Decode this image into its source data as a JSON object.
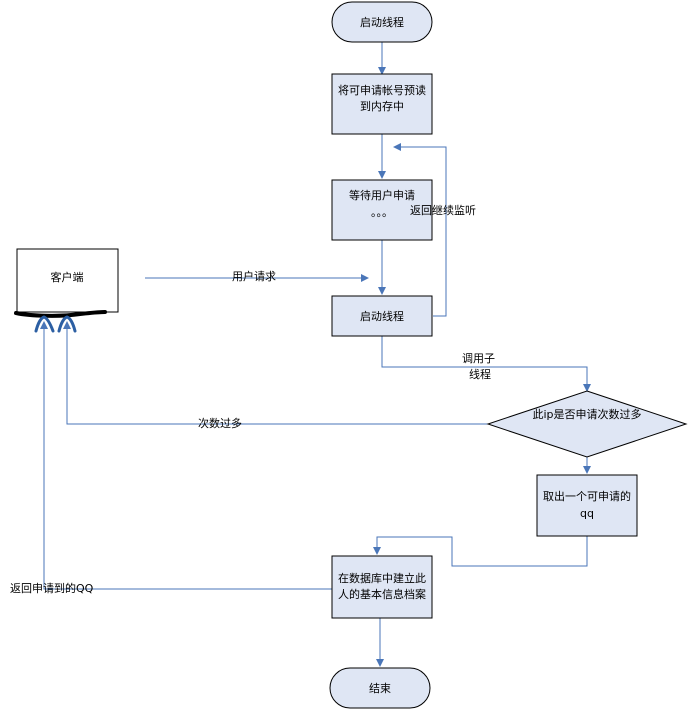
{
  "colors": {
    "node_fill": "#dfe6f4",
    "node_stroke": "#000000",
    "connector": "#4a76b8",
    "annotation_blue": "#2c5fa3"
  },
  "nodes": {
    "start": "启动线程",
    "preload": [
      "将可申请帐号预读",
      "到内存中"
    ],
    "wait": [
      "等待用户申请",
      "。。。"
    ],
    "spawn": "启动线程",
    "client": "客户端",
    "check": "此ip是否申请次数过多",
    "take": [
      "取出一个可申请的",
      "qq"
    ],
    "create": [
      "在数据库中建立此",
      "人的基本信息档案"
    ],
    "end": "结束"
  },
  "labels": {
    "continue_listen": "返回继续监听",
    "user_request": "用户请求",
    "call_child": [
      "调用子",
      "线程"
    ],
    "too_many": "次数过多",
    "return_qq": "返回申请到的QQ"
  }
}
